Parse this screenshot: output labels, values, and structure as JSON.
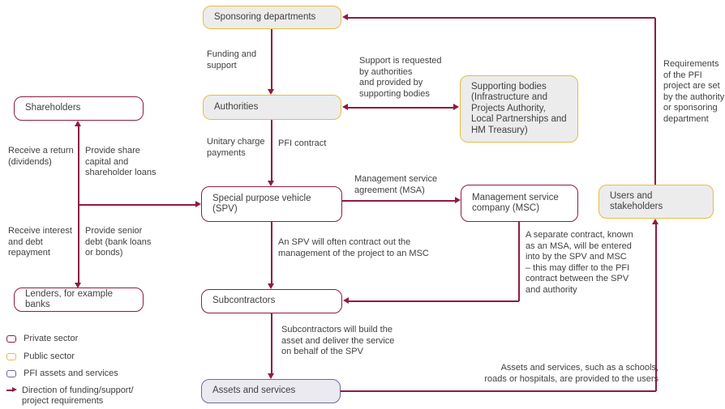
{
  "boxes": {
    "sponsoring_departments": {
      "label": "Sponsoring departments"
    },
    "authorities": {
      "label": "Authorities"
    },
    "supporting_bodies": {
      "label": "Supporting bodies\n(Infrastructure and\nProjects Authority,\nLocal Partnerships and\nHM Treasury)"
    },
    "shareholders": {
      "label": "Shareholders"
    },
    "spv": {
      "label": "Special purpose vehicle (SPV)"
    },
    "msc": {
      "label": "Management service\ncompany (MSC)"
    },
    "users_stakeholders": {
      "label": "Users and stakeholders"
    },
    "lenders": {
      "label": "Lenders, for example banks"
    },
    "subcontractors": {
      "label": "Subcontractors"
    },
    "assets_services": {
      "label": "Assets and services"
    }
  },
  "annotations": {
    "funding_support": "Funding and\nsupport",
    "support_requested": "Support is requested\nby authorities\nand provided by\nsupporting bodies",
    "unitary_charge": "Unitary charge\npayments",
    "pfi_contract": "PFI contract",
    "receive_return": "Receive a return\n(dividends)",
    "provide_share_capital": "Provide share\ncapital and\nshareholder loans",
    "receive_interest": "Receive interest\nand debt\nrepayment",
    "provide_senior_debt": "Provide senior\ndebt (bank loans\nor bonds)",
    "msa_agreement": "Management service\nagreement (MSA)",
    "pfi_requirements": "Requirements\nof the PFI\nproject are set\nby the authority\nor sponsoring\ndepartment",
    "spv_contract_out": "An SPV will often contract out the\nmanagement of the project to an MSC",
    "separate_contract": "A separate contract, known\nas an MSA, will be entered\ninto by the SPV and MSC\n– this may differ to the PFI\ncontract between the SPV\nand authority",
    "subcontractors_build": "Subcontractors will build the\nasset and deliver the service\non behalf of the SPV",
    "assets_provided": "Assets and services, such as a schools,\nroads or hospitals, are provided to the users"
  },
  "legend": {
    "items": [
      {
        "icon": "private-sector-swatch",
        "label": "Private sector",
        "color": "#8d1b45"
      },
      {
        "icon": "public-sector-swatch",
        "label": "Public sector",
        "color": "#e6bc45"
      },
      {
        "icon": "pfi-assets-swatch",
        "label": "PFI assets and services",
        "color": "#6b67a8"
      },
      {
        "icon": "direction-arrow-icon",
        "label": "Direction of funding/support/\nproject requirements",
        "color": "#8d1b45"
      }
    ]
  },
  "colors": {
    "private_sector_border": "#8d1b45",
    "public_sector_border": "#e6bc45",
    "pfi_assets_border": "#6b67a8",
    "box_fill_gray": "#ececec",
    "box_fill_lavender": "#eaeaf0",
    "arrow": "#8d1b45",
    "text": "#414042"
  }
}
